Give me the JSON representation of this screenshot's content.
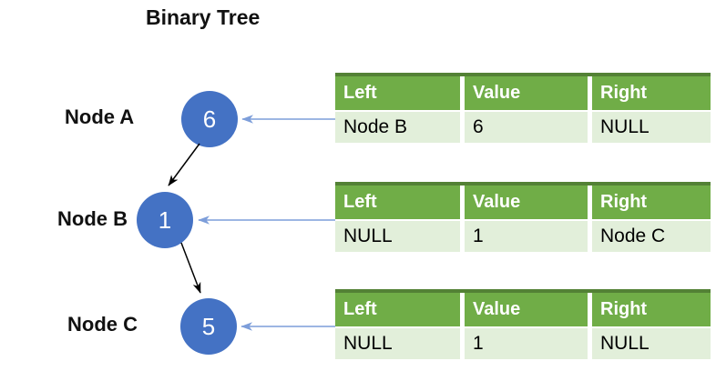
{
  "title": "Binary Tree",
  "colors": {
    "node_fill": "#4472C4",
    "node_text": "#FFFFFF",
    "tree_edge": "#000000",
    "pointer_arrow": "#7D9EDA",
    "table_header_bg": "#70AD47",
    "table_header_text": "#FFFFFF",
    "table_top_border": "#538135",
    "table_row_bg": "#E2EFDA",
    "table_row_text": "#000000",
    "label_text": "#111111"
  },
  "nodes": [
    {
      "label": "Node A",
      "value": "6",
      "table": {
        "headers": [
          "Left",
          "Value",
          "Right"
        ],
        "row": [
          "Node B",
          "6",
          "NULL"
        ]
      }
    },
    {
      "label": "Node B",
      "value": "1",
      "table": {
        "headers": [
          "Left",
          "Value",
          "Right"
        ],
        "row": [
          "NULL",
          "1",
          "Node C"
        ]
      }
    },
    {
      "label": "Node C",
      "value": "5",
      "table": {
        "headers": [
          "Left",
          "Value",
          "Right"
        ],
        "row": [
          "NULL",
          "1",
          "NULL"
        ]
      }
    }
  ]
}
